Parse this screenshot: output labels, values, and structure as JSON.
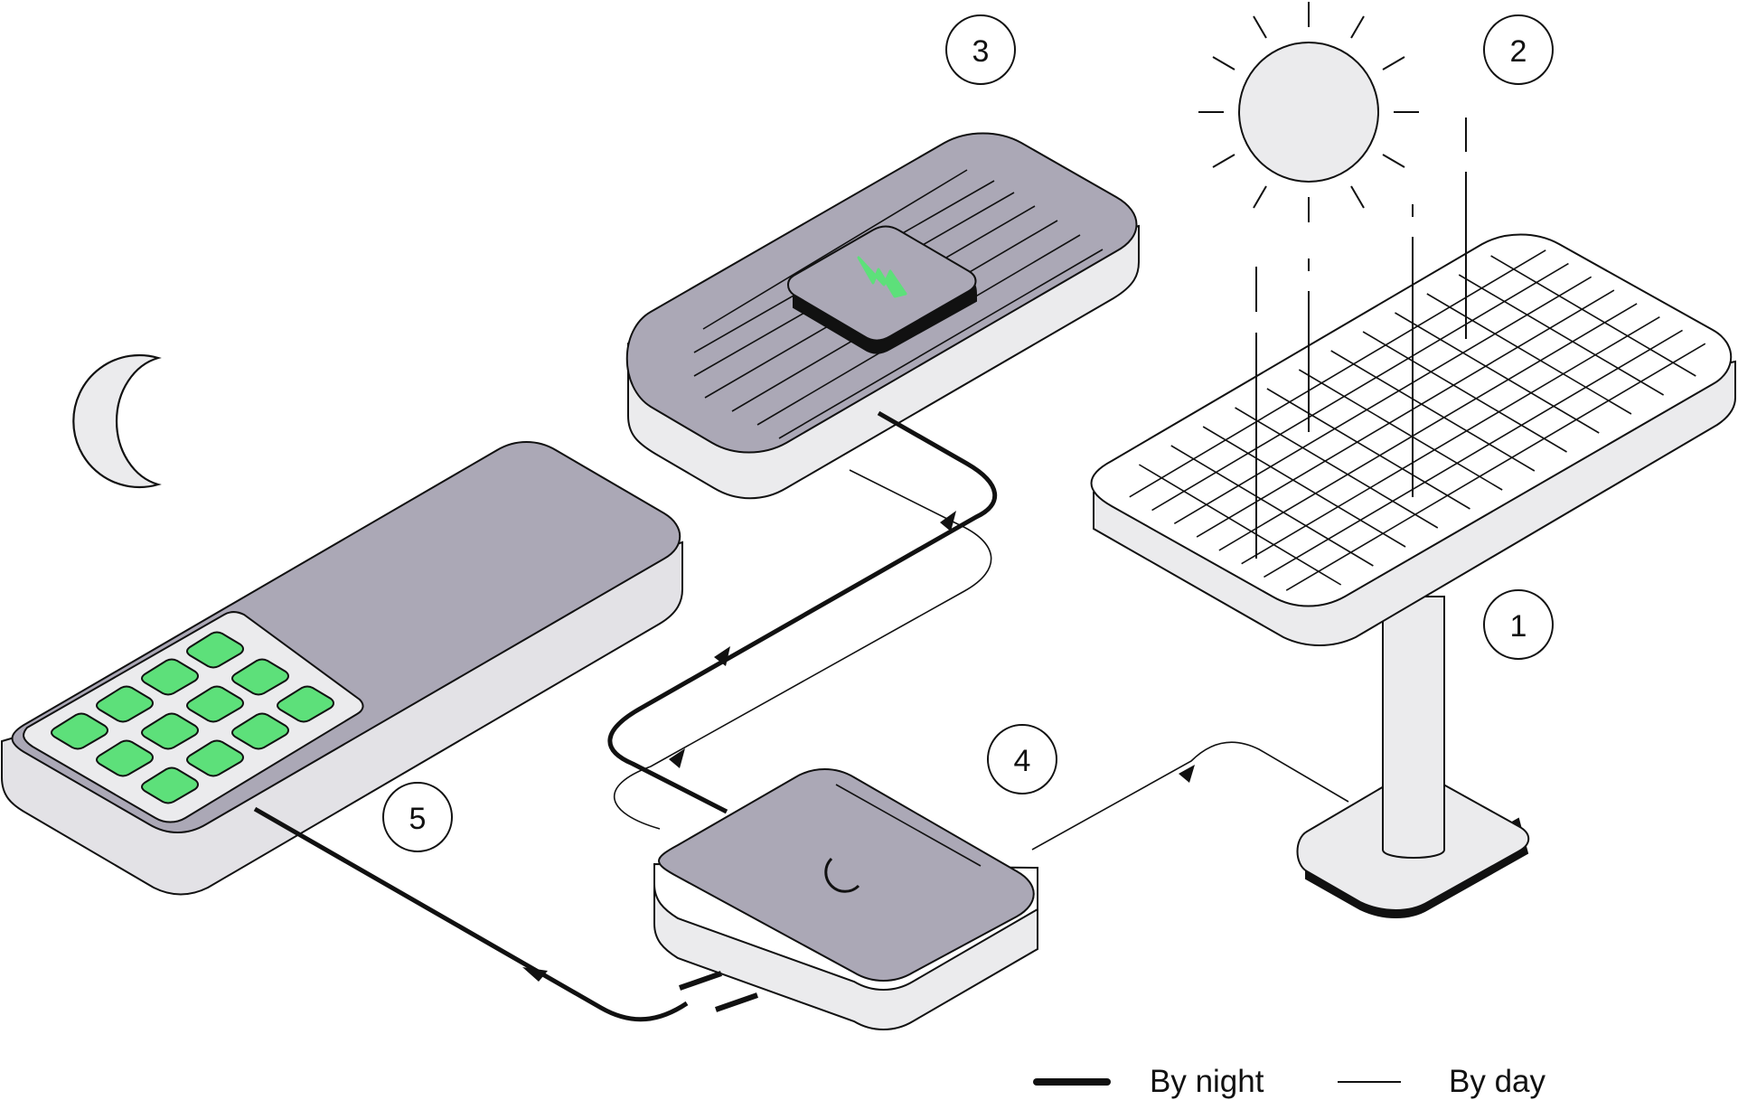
{
  "diagram": {
    "step_markers": [
      "1",
      "2",
      "3",
      "4",
      "5"
    ],
    "legend": {
      "night_label": "By night",
      "day_label": "By day"
    },
    "colors": {
      "panel_top": "#aba8b6",
      "side_light": "#e6e6e8",
      "side_white": "#ffffff",
      "accent_green": "#5de07a",
      "stroke": "#111111"
    },
    "icons": [
      "sun-icon",
      "moon-icon",
      "lightning-icon",
      "power-icon"
    ]
  }
}
